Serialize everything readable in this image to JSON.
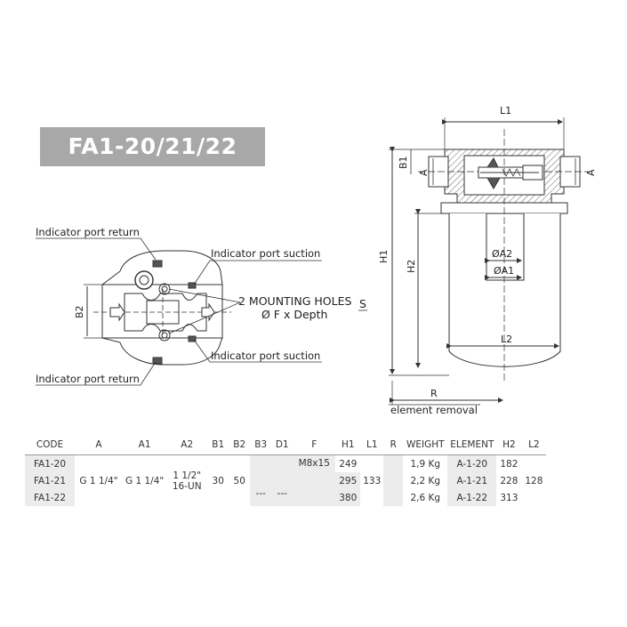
{
  "title": "FA1-20/21/22",
  "labels": {
    "indicator_port_return_top": "Indicator port return",
    "indicator_port_suction_top": "Indicator port suction",
    "mounting_holes_line1": "2 MOUNTING HOLES",
    "mounting_holes_line2": "Ø F x Depth",
    "mounting_holes_suffix": "S",
    "indicator_port_suction_bottom": "Indicator port suction",
    "indicator_port_return_bottom": "Indicator port return",
    "b2": "B2",
    "l1": "L1",
    "b1": "B1",
    "a_left": "A",
    "a_right": "A",
    "h1": "H1",
    "h2": "H2",
    "a2": "ØA2",
    "a1": "ØA1",
    "l2": "L2",
    "r": "R",
    "element_removal": "element removal"
  },
  "table": {
    "headers": [
      "CODE",
      "A",
      "A1",
      "A2",
      "B1",
      "B2",
      "B3",
      "D1",
      "F",
      "H1",
      "L1",
      "R",
      "WEIGHT",
      "ELEMENT",
      "H2",
      "L2"
    ],
    "codes": [
      "FA1-20",
      "FA1-21",
      "FA1-22"
    ],
    "a": "G 1 1/4\"",
    "a1": "G 1 1/4\"",
    "a2_line1": "1 1/2\"",
    "a2_line2": "16-UN",
    "b1": "30",
    "b2": "50",
    "b3": "---",
    "d1": "---",
    "f": "M8x15",
    "h1": [
      "249",
      "295",
      "380"
    ],
    "l1": "133",
    "weight": [
      "1,9 Kg",
      "2,2 Kg",
      "2,6 Kg"
    ],
    "element": [
      "A-1-20",
      "A-1-21",
      "A-1-22"
    ],
    "h2": [
      "182",
      "228",
      "313"
    ],
    "l2": "128"
  }
}
